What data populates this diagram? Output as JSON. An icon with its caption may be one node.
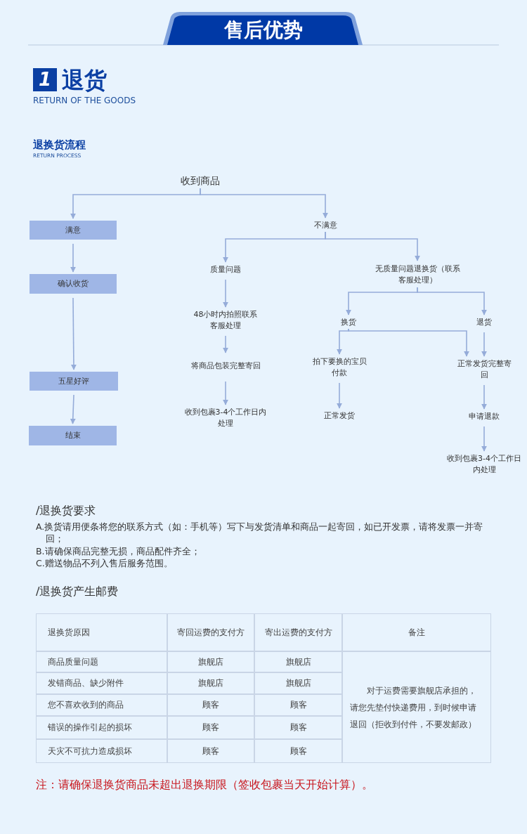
{
  "diagram": {
    "title": "售后优势",
    "nodes": [
      {
        "text": [
          "收到商品"
        ]
      },
      {
        "text": [
          "满意"
        ]
      },
      {
        "text": [
          "确认收货"
        ]
      },
      {
        "text": [
          "五星好评"
        ]
      },
      {
        "text": [
          "结束"
        ]
      },
      {
        "text": [
          "不满意"
        ]
      },
      {
        "text": [
          "质量问题"
        ]
      },
      {
        "text": [
          "48小时内拍照联系客服处理"
        ]
      },
      {
        "text": [
          "将商品包装完整寄回"
        ]
      },
      {
        "text": [
          "收到包裹3-4个工作日内处理"
        ]
      },
      {
        "text": [
          "无质量问题退换货（联系客服处理）"
        ]
      },
      {
        "text": [
          "换货"
        ]
      },
      {
        "text": [
          "退货"
        ]
      },
      {
        "text": [
          "拍下要换的宝贝付款"
        ]
      },
      {
        "text": [
          "正常发货完整寄回"
        ]
      },
      {
        "text": [
          "正常发货"
        ]
      },
      {
        "text": [
          "申请退款"
        ]
      },
      {
        "text": [
          "收到包裹3-4个工作日内处理"
        ]
      }
    ],
    "edges": [
      {
        "from": 0,
        "to": 1,
        "arrow": "to"
      },
      {
        "from": 0,
        "to": 5,
        "arrow": "to"
      },
      {
        "from": 1,
        "to": 2,
        "arrow": "to"
      },
      {
        "from": 2,
        "to": 3,
        "arrow": "to"
      },
      {
        "from": 3,
        "to": 4,
        "arrow": "to"
      },
      {
        "from": 5,
        "to": 6,
        "arrow": "to"
      },
      {
        "from": 5,
        "to": 10,
        "arrow": "to"
      },
      {
        "from": 6,
        "to": 7,
        "arrow": "to"
      },
      {
        "from": 7,
        "to": 8,
        "arrow": "to"
      },
      {
        "from": 8,
        "to": 9,
        "arrow": "to"
      },
      {
        "from": 10,
        "to": 11,
        "arrow": "to"
      },
      {
        "from": 10,
        "to": 12,
        "arrow": "to"
      },
      {
        "from": 11,
        "to": 13,
        "arrow": "to"
      },
      {
        "from": 11,
        "to": 14,
        "arrow": "to"
      },
      {
        "from": 12,
        "to": 14,
        "arrow": "to"
      },
      {
        "from": 13,
        "to": 15,
        "arrow": "to"
      },
      {
        "from": 14,
        "to": 16,
        "arrow": "to"
      },
      {
        "from": 16,
        "to": 17,
        "arrow": "to"
      }
    ],
    "labels": [
      "1",
      "退货",
      "RETURN OF THE GOODS",
      "退换货流程",
      "RETURN PROCESS",
      "/退换货要求",
      "A.换货请用便条将您的联系方式（如：手机等）写下与发货清单和商品一起寄回，如已开发票，请将发票一并寄回；",
      "B.请确保商品完整无损，商品配件齐全；",
      "C.赠送物品不列入售后服务范围。",
      "/退换货产生邮费",
      "退换货原因",
      "寄回运费的支付方",
      "寄出运费的支付方",
      "备注",
      "商品质量问题",
      "旗舰店",
      "旗舰店",
      "对于运费需要旗舰店承担的，请您先垫付快递费用，到时候申请退回（拒收到付件，不要发邮政）",
      "发错商品、缺少附件",
      "旗舰店",
      "旗舰店",
      "您不喜欢收到的商品",
      "顾客",
      "顾客",
      "错误的操作引起的损坏",
      "顾客",
      "顾客",
      "天灾不可抗力造成损坏",
      "顾客",
      "顾客",
      "注：请确保退换货商品未超出退换期限（签收包裹当天开始计算）。"
    ]
  }
}
